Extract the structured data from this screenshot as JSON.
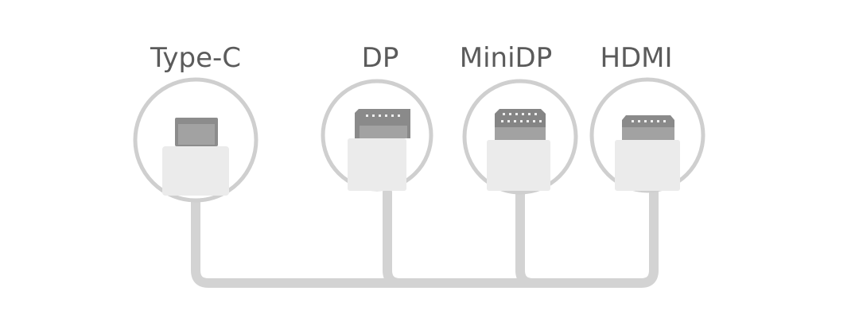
{
  "labels": {
    "typec": "Type-C",
    "dp": "DP",
    "minidp": "MiniDP",
    "hdmi": "HDMI"
  },
  "colors": {
    "ring": "#cfcfcf",
    "cable": "#d3d3d3",
    "plug_body": "#ebebeb",
    "connector_dark": "#858585",
    "connector_mid": "#a2a2a2",
    "pins": "#efefef",
    "label_text": "#5b5b5b"
  }
}
